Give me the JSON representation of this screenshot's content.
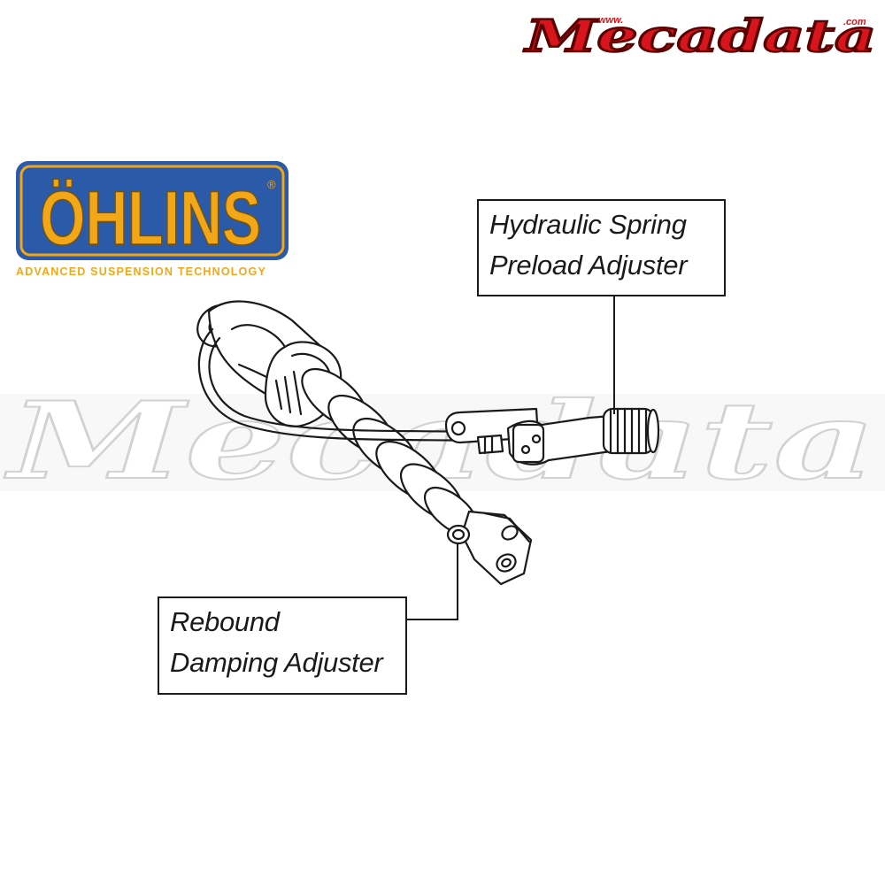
{
  "brand": {
    "ohlins_name": "ÖHLINS",
    "ohlins_registered": "®",
    "ohlins_tagline": "ADVANCED SUSPENSION TECHNOLOGY",
    "mecadata_name": "Mecadata",
    "mecadata_prefix": "www.",
    "mecadata_suffix": ".com"
  },
  "watermark": {
    "text": "Mecadata"
  },
  "callouts": {
    "preload": {
      "line1": "Hydraulic Spring",
      "line2": "Preload Adjuster"
    },
    "rebound": {
      "line1": "Rebound",
      "line2": "Damping Adjuster"
    }
  },
  "colors": {
    "ohlins_blue": "#2a5aa8",
    "ohlins_gold": "#f2a719",
    "mecadata_red": "#d8141c",
    "line": "#1a1a1a"
  }
}
